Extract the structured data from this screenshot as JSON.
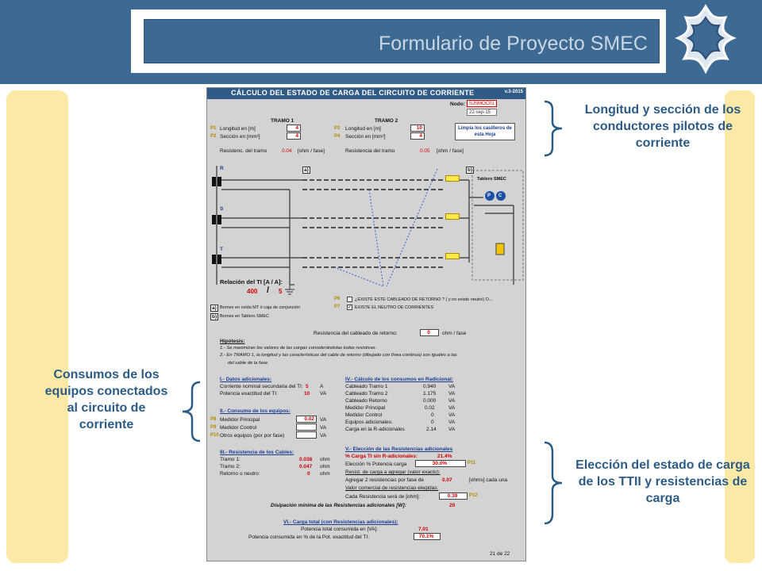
{
  "header": {
    "title": "Formulario de Proyecto SMEC"
  },
  "callouts": {
    "top_right": "Longitud y sección de los conductores pilotos de corriente",
    "left": "Consumos de los equipos conectados al circuito de corriente",
    "bottom_right": "Elección del estado de carga de los TTII y resistencias de carga"
  },
  "doc": {
    "title": "CÁLCULO DEL ESTADO DE CARGA DEL CIRCUITO DE CORRIENTE",
    "version": "v.3-2015",
    "node_label": "Nodo:",
    "node_value": "SJSMOC01",
    "date_value": "22-sep-15",
    "tramo1": "TRAMO 1",
    "tramo2": "TRAMO 2",
    "long_label": "Longitud en [m]",
    "secc_label": "Sección en [mm²]",
    "t1_len": "4",
    "t1_sec": "4",
    "t2_len": "10",
    "t2_sec": "4",
    "clear_button": "Limpia los casilleros de esta Hoja",
    "res1_label": "Resistenc. del tramo",
    "res1_value": "0.04",
    "res2_label": "Resistencia del tramo",
    "res2_value": "0.05",
    "ohm_unit": "[ohm / fase]",
    "phase_r": "R",
    "phase_s": "S",
    "phase_t": "T",
    "mark_a": "a)",
    "mark_b": "b)",
    "panel_title": "Tablero SMEC",
    "meter_p": "P",
    "meter_c": "C",
    "tt_ratio_label": "Relación del TI [A / A]:",
    "tt_primary": "400",
    "tt_slash": "/",
    "tt_secondary": "5",
    "legend_a": "Bornes en celda MT ó caja de conjunción",
    "legend_b": "Bornes en Tablero SMEC",
    "q_return": "¿EXISTE ESTE CABLEADO DE RETORNO ? ( y no existe neutro) O...",
    "q_neutral": "EXISTE EL NEUTRO DE CORRIENTES",
    "return_res_label": "Resistencia del cableado de retorno:",
    "return_res_value": "0",
    "return_res_unit": "ohm / fase",
    "hyp_title": "Hipótesis:",
    "hyp_1": "1.- Se maximizan los valores de las cargas considerándolas todas resistivas.",
    "hyp_2": "2.- En TRAMO 1, la longitud y las características del cable de retorno (dibujado con línea continua) son iguales a las",
    "hyp_2b": "del cable de la fase.",
    "sec1_title": "I.- Datos adicionales:",
    "sec1_rows": [
      {
        "label": "Corriente nominal secundaria del TI:",
        "value": "5",
        "unit": "A"
      },
      {
        "label": "Potencia exactitud del TI:",
        "value": "10",
        "unit": "VA"
      }
    ],
    "sec2_title": "II.- Consumo de los equipos:",
    "sec2_rows": [
      {
        "label": "Medidor Principal",
        "value": "0.02",
        "unit": "VA"
      },
      {
        "label": "Medidor Control",
        "value": "",
        "unit": "VA"
      },
      {
        "label": "Otros equipos (por por fase)",
        "value": "",
        "unit": "VA"
      }
    ],
    "sec3_title": "III.- Resistencia de los Cables:",
    "sec3_rows": [
      {
        "label": "Tramo 1:",
        "value": "0.038",
        "unit": "ohm"
      },
      {
        "label": "Tramo 2:",
        "value": "0.047",
        "unit": "ohm"
      },
      {
        "label": "Retorno o neutro:",
        "value": "0",
        "unit": "ohm"
      }
    ],
    "sec4_title": "IV.- Cálculo de los consumos en Radicional:",
    "sec4_rows": [
      {
        "label": "Cableado Tramo 1",
        "value": "0.940",
        "unit": "VA"
      },
      {
        "label": "Cableado Tramo 2",
        "value": "1.175",
        "unit": "VA"
      },
      {
        "label": "Cableado Retorno",
        "value": "0.000",
        "unit": "VA"
      },
      {
        "label": "Medidor Principal",
        "value": "0.02",
        "unit": "VA"
      },
      {
        "label": "Medidor Control",
        "value": "0",
        "unit": "VA"
      },
      {
        "label": "Equipos adicionales:",
        "value": "0",
        "unit": "VA"
      },
      {
        "label": "Carga en la R-adicionales",
        "value": "2.14",
        "unit": "VA"
      }
    ],
    "sec5_title": "V.- Elección de las Resistencias adicionales",
    "sec5_pct_label": "% Carga TI sin R-adicionales:",
    "sec5_pct_value": "21.4%",
    "sec5_choice_label": "Elección % Potencia carga",
    "sec5_choice_value": "30.0%",
    "sec5_resist_label": "Resist. de carga a agregar (valor exacto):",
    "sec5_add_label": "Agregar 2 resistencias por fase de",
    "sec5_add_value": "0.07",
    "sec5_add_unit": "[ohms] cada una",
    "sec5_commercial": "Valor comercial de resistencias elegidas:",
    "sec5_each_label": "Cada Resistencia será de [ohm]:",
    "sec5_each_value": "0.39",
    "sec5_min_label": "Disipación mínima de las Resistencias adicionales [W]:",
    "sec5_min_value": "20",
    "sec6_title": "VI.- Carga total (con Resistencias adicionales):",
    "sec6_total_label": "Potencia total consumida en [VA]:",
    "sec6_total_value": "7.01",
    "sec6_pct_label": "Potencia consumida en % de la Pot. exactitud del TI:",
    "sec6_pct_value": "70.1%",
    "page": "21 de 22"
  }
}
